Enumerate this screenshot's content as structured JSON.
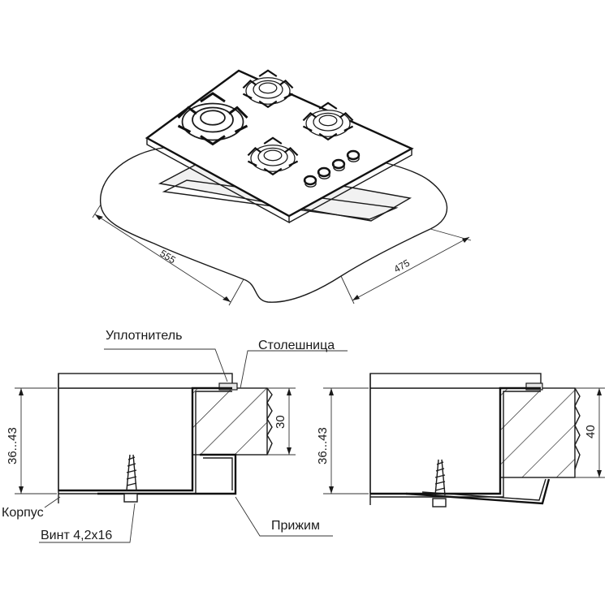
{
  "top_view": {
    "width_dimension": "555",
    "depth_dimension": "475"
  },
  "left_section": {
    "labels": {
      "seal": "Уплотнитель",
      "countertop": "Столешница",
      "body": "Корпус",
      "screw": "Винт 4,2x16",
      "clamp": "Прижим"
    },
    "height_range": "36...43",
    "thickness": "30"
  },
  "right_section": {
    "height_range": "36...43",
    "thickness": "40"
  }
}
